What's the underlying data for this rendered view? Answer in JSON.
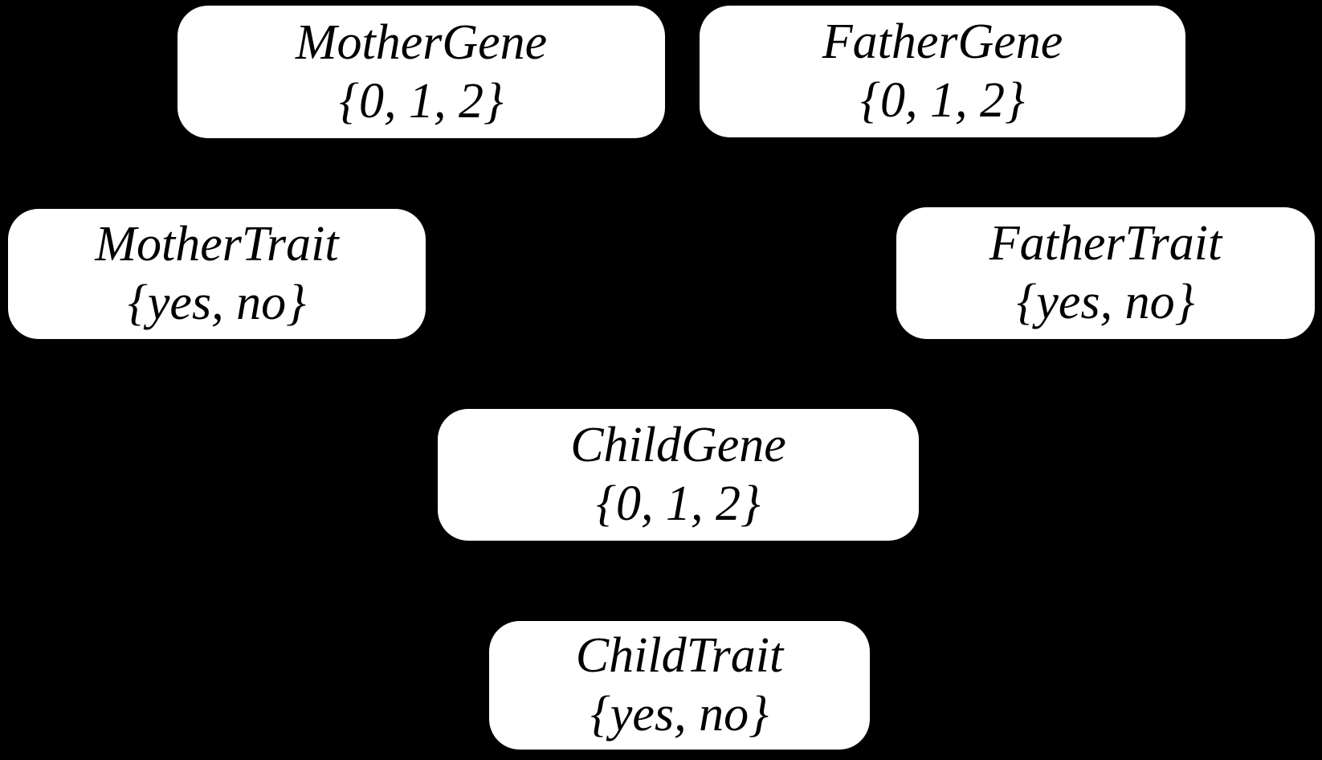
{
  "canvas": {
    "background": "#000000",
    "node_fill": "#ffffff",
    "node_text_color": "#000000"
  },
  "diagram": {
    "type": "bayesian-network",
    "edges_visible": false,
    "nodes": [
      {
        "id": "mother-gene",
        "name": "MotherGene",
        "values": "{0, 1, 2}"
      },
      {
        "id": "father-gene",
        "name": "FatherGene",
        "values": "{0, 1, 2}"
      },
      {
        "id": "mother-trait",
        "name": "MotherTrait",
        "values": "{yes, no}"
      },
      {
        "id": "father-trait",
        "name": "FatherTrait",
        "values": "{yes, no}"
      },
      {
        "id": "child-gene",
        "name": "ChildGene",
        "values": "{0, 1, 2}"
      },
      {
        "id": "child-trait",
        "name": "ChildTrait",
        "values": "{yes, no}"
      }
    ]
  }
}
